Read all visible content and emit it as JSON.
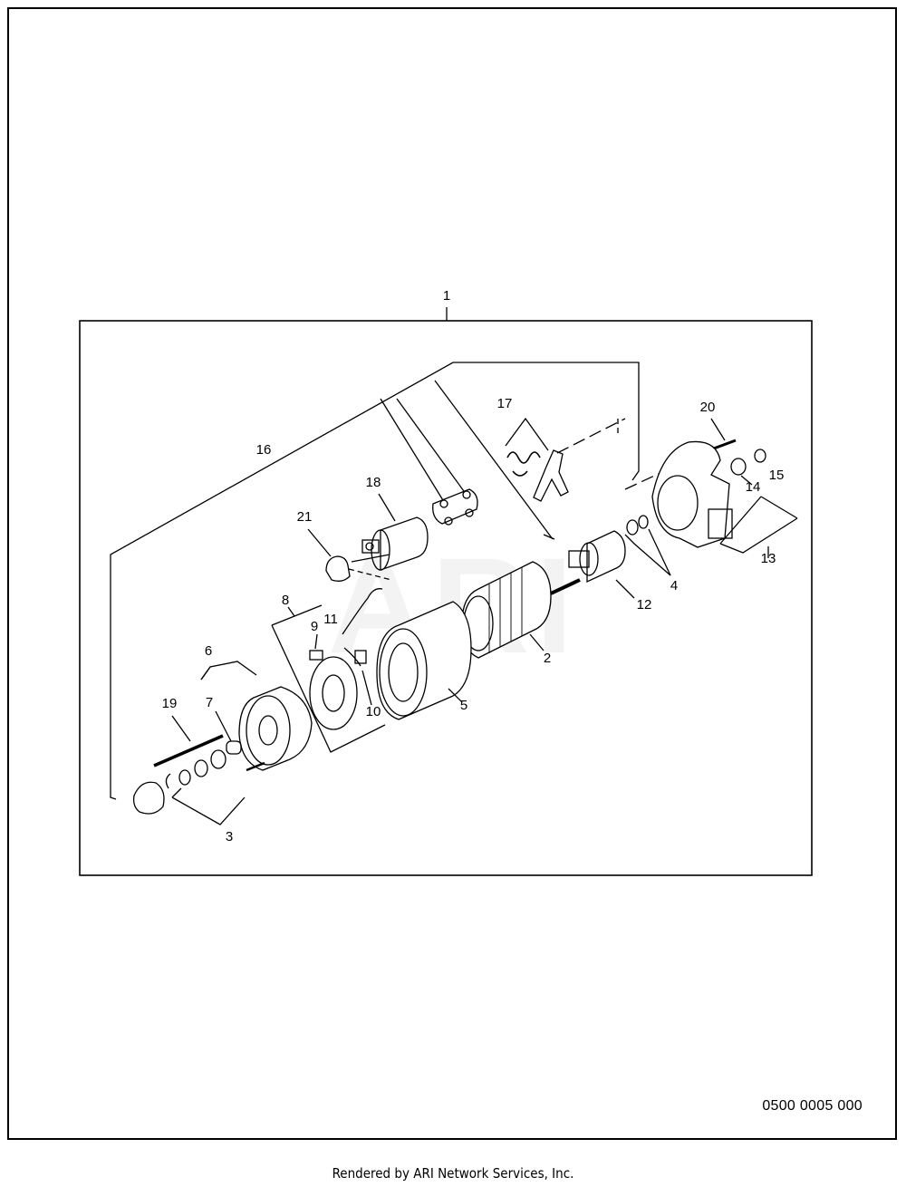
{
  "diagram": {
    "part_callouts": [
      "1",
      "2",
      "3",
      "4",
      "5",
      "6",
      "7",
      "8",
      "9",
      "10",
      "11",
      "12",
      "13",
      "14",
      "15",
      "16",
      "17",
      "18",
      "19",
      "20",
      "21"
    ],
    "drawing_code": "0500 0005 000",
    "watermark": "ARI"
  },
  "footer": {
    "rendered_by": "Rendered by ARI Network Services, Inc."
  }
}
